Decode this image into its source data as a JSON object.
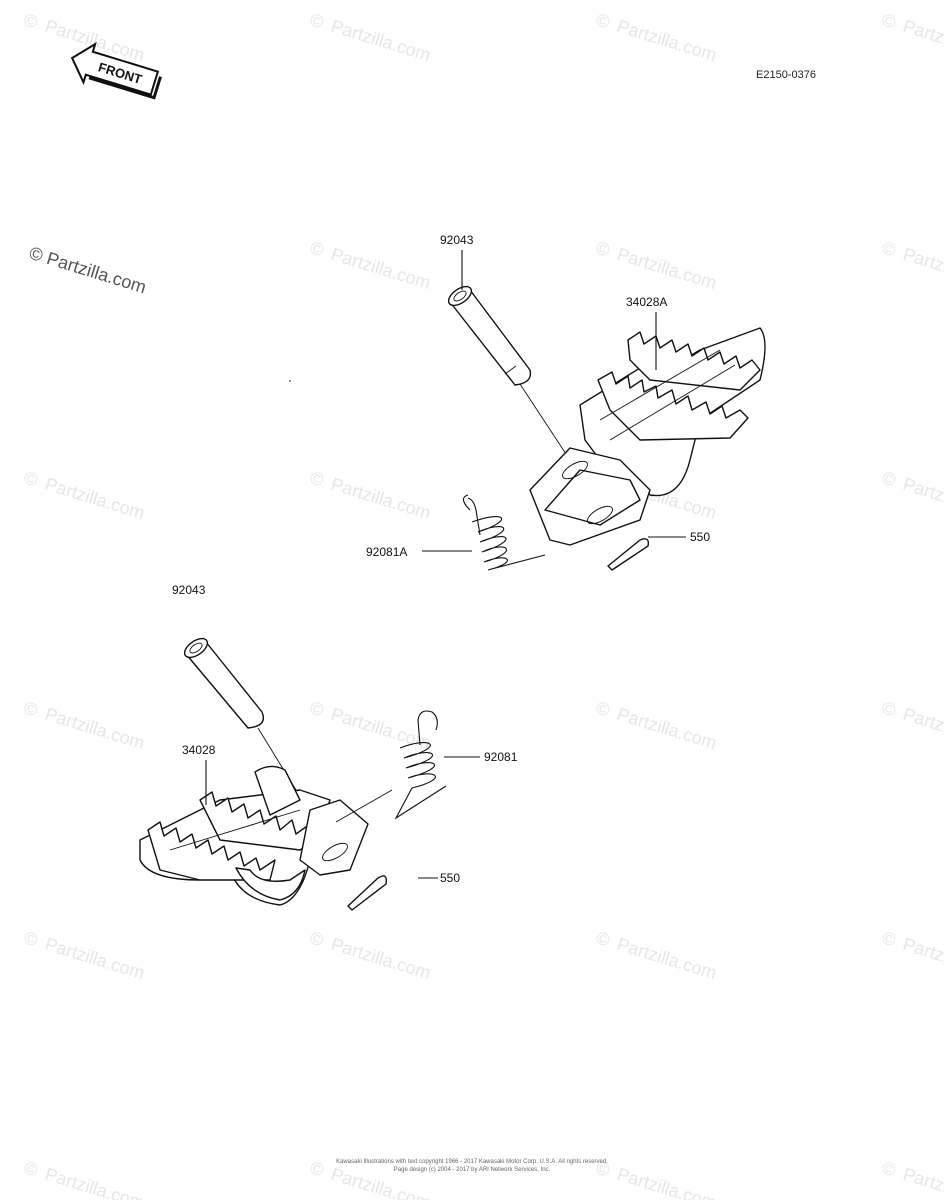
{
  "diagram_ref": "E2150-0376",
  "front_label": "FRONT",
  "watermark": {
    "main_text": "© Partzilla.com",
    "tile_text": "Partzilla.com"
  },
  "callouts": {
    "pin_upper": "92043",
    "footpeg_upper": "34028A",
    "spring_upper": "92081A",
    "cotter_upper": "550",
    "pin_lower": "92043",
    "footpeg_lower": "34028",
    "spring_lower": "92081",
    "cotter_lower": "550"
  },
  "copyright": {
    "line1": "Kawasaki Illustrations with text copyright 1966 - 2017 Kawasaki Motor Corp. U.S.A. All rights reserved.",
    "line2": "Page design (c) 2004 - 2017 by ARI Network Services, Inc."
  }
}
